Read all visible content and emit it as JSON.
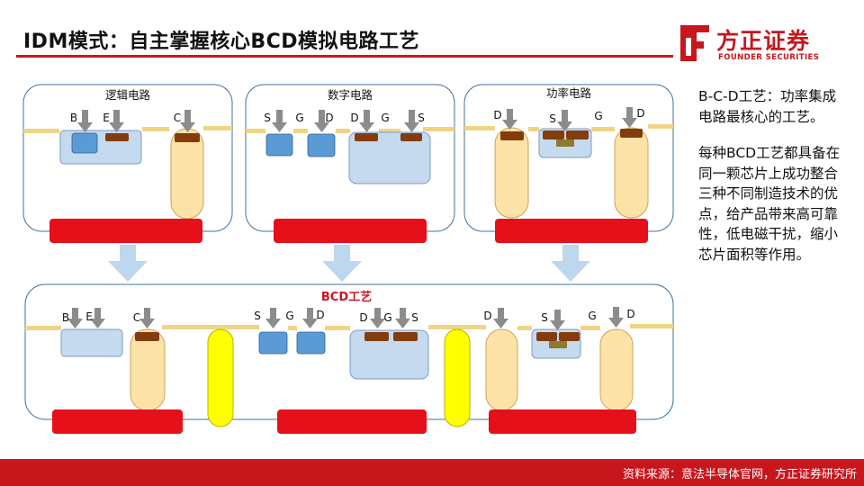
{
  "header": {
    "title": "IDM模式：自主掌握核心BCD模拟电路工艺"
  },
  "logo": {
    "name_cn": "方正证券",
    "name_en": "FOUNDER SECURITIES",
    "color": "#c8161d"
  },
  "colors": {
    "accent_red": "#c8161d",
    "oxide": "#f1d483",
    "well_blue": "#c5daef",
    "region_blue": "#5b9bd5",
    "contact_brown": "#843c0c",
    "tall_well": "#fde3a7",
    "yellow_well": "#ffff00",
    "gate_olive": "#8c7a2e",
    "arrow_gray": "#8c8c8c",
    "flow_arrow": "#bdd7ee"
  },
  "diagram": {
    "top_panels": [
      {
        "title": "逻辑电路",
        "labels": [
          "B",
          "E",
          "C"
        ]
      },
      {
        "title": "数字电路",
        "labels": [
          "S",
          "G",
          "D",
          "D",
          "G",
          "S"
        ]
      },
      {
        "title": "功率电路",
        "labels": [
          "D",
          "S",
          "G",
          "D"
        ]
      }
    ],
    "combined": {
      "title": "BCD工艺",
      "labels": [
        "B",
        "E",
        "C",
        "S",
        "G",
        "D",
        "D",
        "G",
        "S",
        "D",
        "S",
        "G",
        "D"
      ]
    }
  },
  "side_text": {
    "p1": "B-C-D工艺：功率集成电路最核心的工艺。",
    "p2": "每种BCD工艺都具备在同一颗芯片上成功整合三种不同制造技术的优点，给产品带来高可靠性，低电磁干扰，缩小芯片面积等作用。"
  },
  "footer": {
    "source": "资料来源：意法半导体官网，方正证券研究所"
  }
}
